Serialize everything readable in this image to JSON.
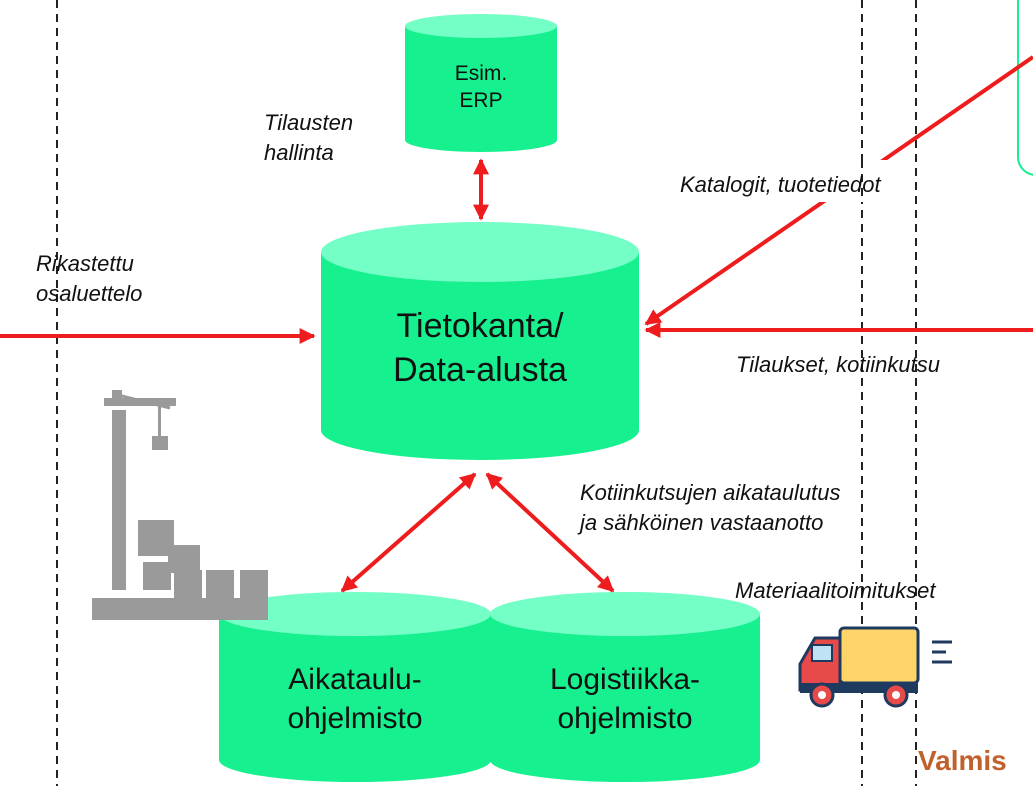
{
  "colors": {
    "cylinder_fill": "#16f08e",
    "cylinder_top": "#73ffc5",
    "arrow": "#ee1c1c",
    "divider": "#222222",
    "accent_text": "#c0602a"
  },
  "nodes": {
    "erp": {
      "lines": [
        "Esim.",
        "ERP"
      ]
    },
    "database": {
      "lines": [
        "Tietokanta/",
        "Data-alusta"
      ]
    },
    "schedule": {
      "lines": [
        "Aikataulu-",
        "ohjelmisto"
      ]
    },
    "logistics": {
      "lines": [
        "Logistiikka-",
        "ohjelmisto"
      ]
    }
  },
  "labels": {
    "order_management": [
      "Tilausten",
      "hallinta"
    ],
    "enriched_parts_list": [
      "Rikastettu",
      "osaluettelo"
    ],
    "catalogs": "Katalogit, tuotetiedot",
    "orders": "Tilaukset, kotiinkutsu",
    "call_off_scheduling": [
      "Kotiinkutsujen aikataulutus",
      "ja sähköinen vastaanotto"
    ],
    "material_deliveries": "Materiaalitoimitukset"
  },
  "icons": {
    "construction": "construction-crane-icon",
    "truck": "delivery-truck-icon"
  },
  "footer_text": "Valmis"
}
